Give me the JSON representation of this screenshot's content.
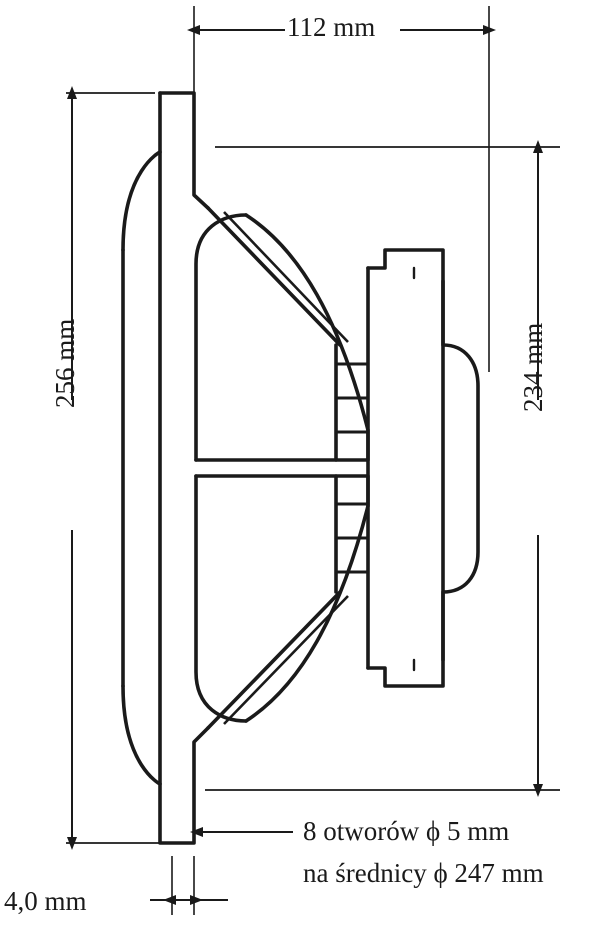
{
  "drawing": {
    "title": "Loudspeaker cross-section dimensional drawing",
    "line_color": "#1a1a1a",
    "background_color": "#ffffff"
  },
  "dimensions": {
    "depth_top": "112 mm",
    "outer_diameter_left": "256 mm",
    "bolt_circle_right": "234 mm",
    "flange_thickness": "4,0 mm"
  },
  "annotations": {
    "holes_line_1": "8 otworów ϕ 5 mm",
    "holes_line_2": "na średnicy ϕ 247 mm"
  }
}
